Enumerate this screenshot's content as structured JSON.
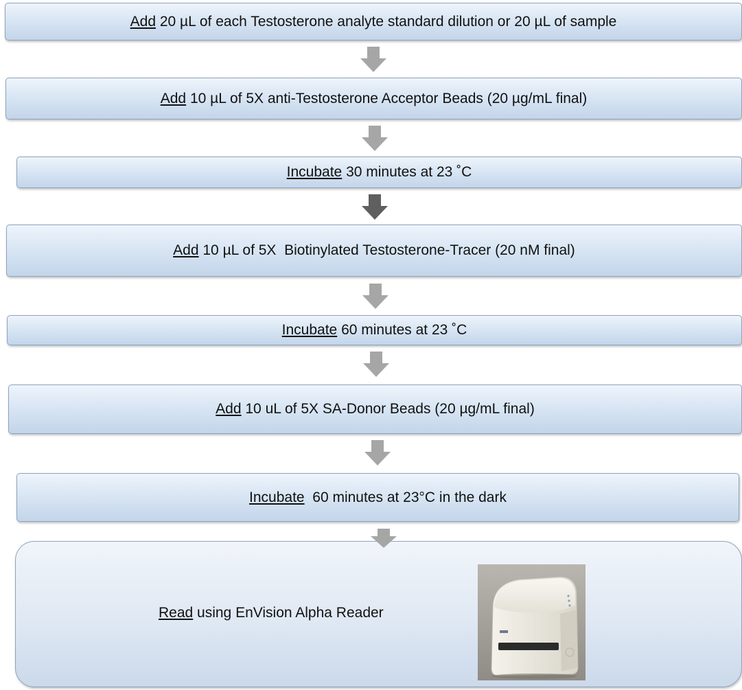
{
  "steps": [
    {
      "verb": "Add",
      "text": " 20 µL of each Testosterone analyte standard dilution or 20 µL of sample"
    },
    {
      "verb": "Add",
      "text": " 10 µL of 5X anti-Testosterone Acceptor Beads (20 µg/mL final)"
    },
    {
      "verb": "Incubate",
      "text": " 30 minutes at 23 ˚C"
    },
    {
      "verb": "Add",
      "text": " 10 µL of 5X  Biotinylated Testosterone-Tracer (20 nM final)"
    },
    {
      "verb": "Incubate",
      "text": " 60 minutes at 23 ˚C"
    },
    {
      "verb": "Add",
      "text": " 10 uL of 5X SA-Donor Beads (20 µg/mL final)"
    },
    {
      "verb": "Incubate",
      "text": "  60 minutes at 23°C in the dark"
    },
    {
      "verb": "Read",
      "text": " using EnVision Alpha Reader"
    }
  ],
  "colors": {
    "box_border": "#8ea3bd",
    "box_fill_light": "#eef4fb",
    "box_fill_dark": "#c3d5ea",
    "arrow_gray": "#a6a6a6",
    "arrow_dark": "#5f5f5f"
  },
  "icons": {
    "arrow": "down-arrow-icon",
    "reader": "plate-reader-instrument-image"
  }
}
